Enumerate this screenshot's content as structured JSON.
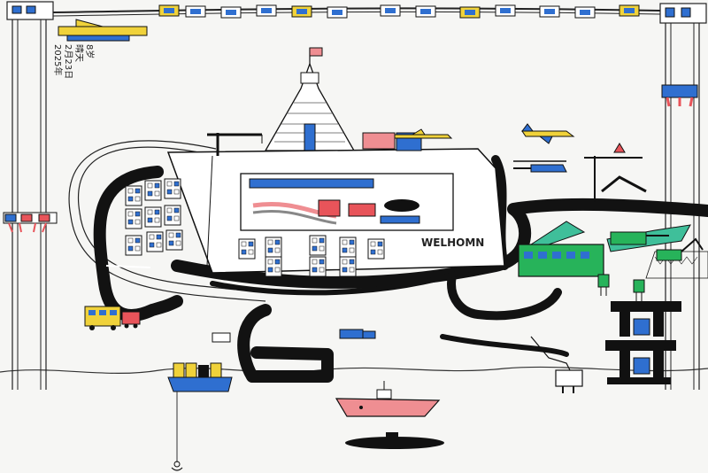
{
  "drawing": {
    "signature_lines": [
      "2025年",
      "2月23日",
      "晴天",
      "8岁"
    ],
    "building_sign": "WELHOMN"
  },
  "colors": {
    "paper": "#f6f6f4",
    "ink": "#111111",
    "road": "#121212",
    "blue": "#2f6fd0",
    "yellow": "#f0d23a",
    "red": "#e8545a",
    "pink": "#ef8e92",
    "green": "#27b35a",
    "teal": "#3fbf9a"
  },
  "icons": [
    "left-tower-icon",
    "right-tower-icon",
    "cable-bridge-icon",
    "hanging-cabin-icon",
    "spire-tower-icon",
    "flag-icon",
    "crane-icon",
    "airplane-icon",
    "helicopter-icon",
    "bus-icon",
    "truck-icon",
    "cargo-ship-icon",
    "warship-icon",
    "submarine-icon",
    "anchor-icon",
    "robot-icon",
    "excavator-icon",
    "tank-icon",
    "plug-icon",
    "road-icon",
    "building-icon",
    "factory-icon",
    "sea-icon"
  ]
}
